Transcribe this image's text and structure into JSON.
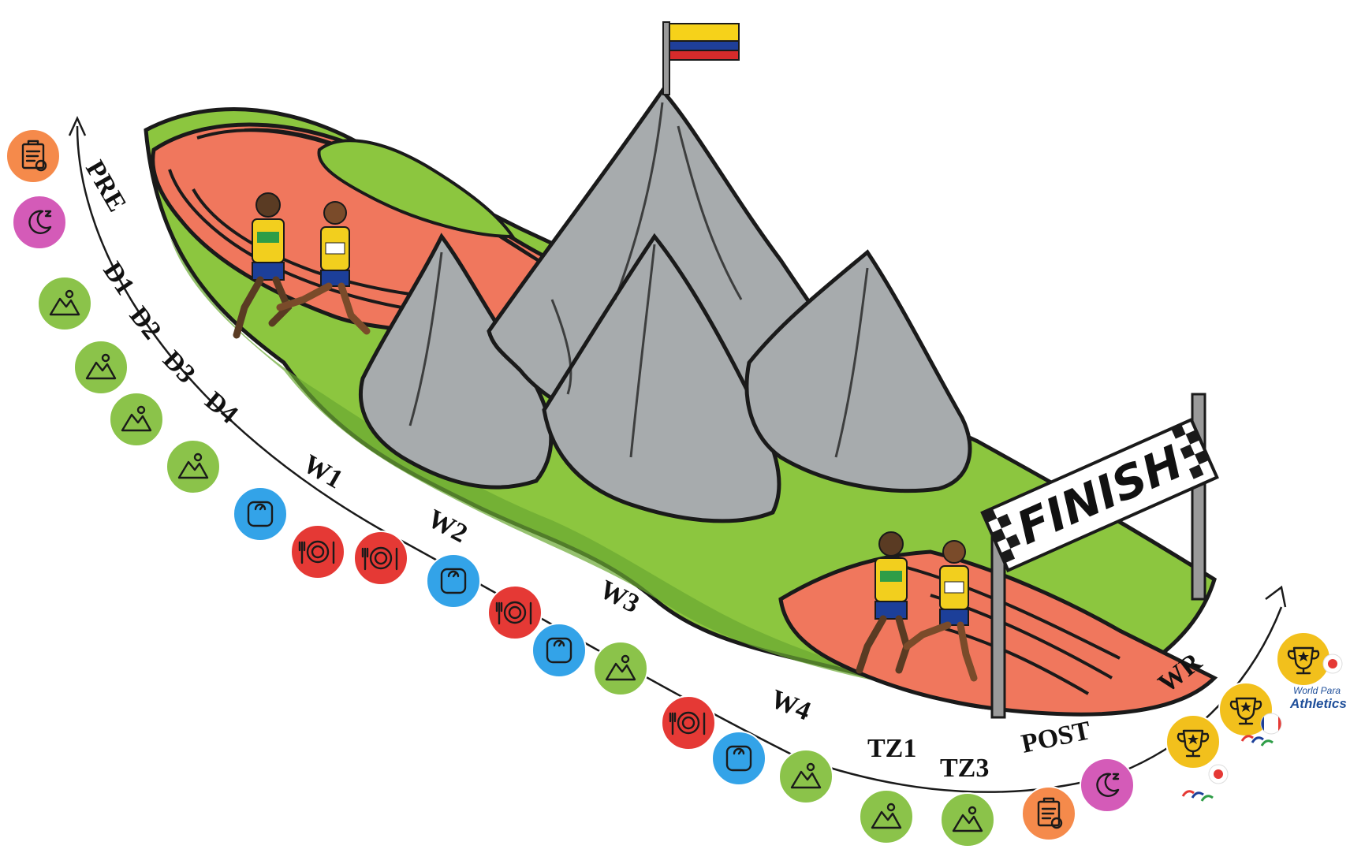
{
  "finish_banner": {
    "text": "FINISH"
  },
  "flag": {
    "colors": [
      "#f6d21a",
      "#1f3f99",
      "#d62b2b"
    ]
  },
  "colors": {
    "track": "#f0775d",
    "grass": "#8cc63f",
    "mountain": "#a7abad",
    "orange": "#f58a4b",
    "pink": "#d45bb8",
    "green": "#8bc34a",
    "blue": "#33a3e8",
    "red": "#e53935",
    "gold": "#f2c01c"
  },
  "timeline": {
    "labels": [
      "PRE",
      "D1",
      "D2",
      "D3",
      "D4",
      "W1",
      "W2",
      "W3",
      "W4",
      "TZ1",
      "TZ3",
      "POST",
      "WR"
    ]
  },
  "icons": [
    "clipboard-icon",
    "sleep-icon",
    "mountain-icon",
    "mountain-icon",
    "mountain-icon",
    "mountain-icon",
    "scale-icon",
    "plate-icon",
    "plate-icon",
    "scale-icon",
    "plate-icon",
    "scale-icon",
    "mountain-icon",
    "plate-icon",
    "scale-icon",
    "mountain-icon",
    "mountain-icon",
    "mountain-icon",
    "clipboard-icon",
    "sleep-icon",
    "trophy-icon",
    "trophy-icon",
    "trophy-icon"
  ],
  "logo": {
    "line1": "World Para",
    "line2": "Athletics"
  }
}
